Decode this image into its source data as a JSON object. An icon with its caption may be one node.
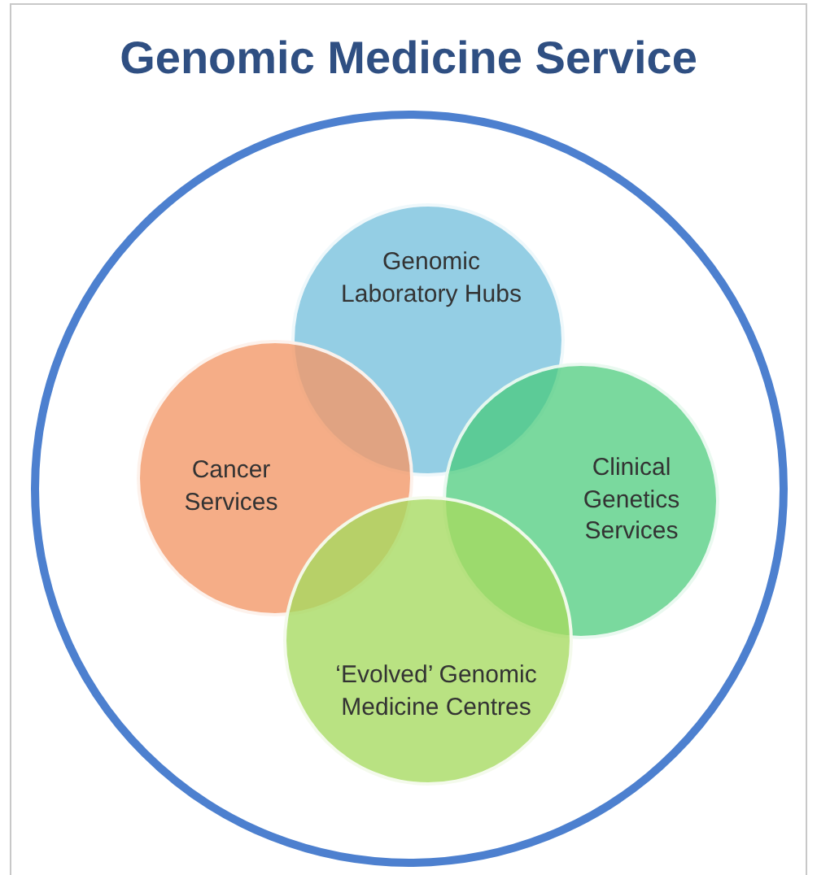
{
  "diagram": {
    "title": "Genomic Medicine Service",
    "nodes": [
      {
        "text": [],
        "shape": "circle"
      },
      {
        "text": [
          "Genomic Laboratory Hubs"
        ],
        "in": 0
      },
      {
        "text": [
          "Cancer Services"
        ],
        "in": 0
      },
      {
        "text": [
          "Clinical Genetics Services"
        ],
        "in": 0
      },
      {
        "text": [
          "‘Evolved’ Genomic Medicine Centres"
        ],
        "in": 0
      }
    ]
  }
}
